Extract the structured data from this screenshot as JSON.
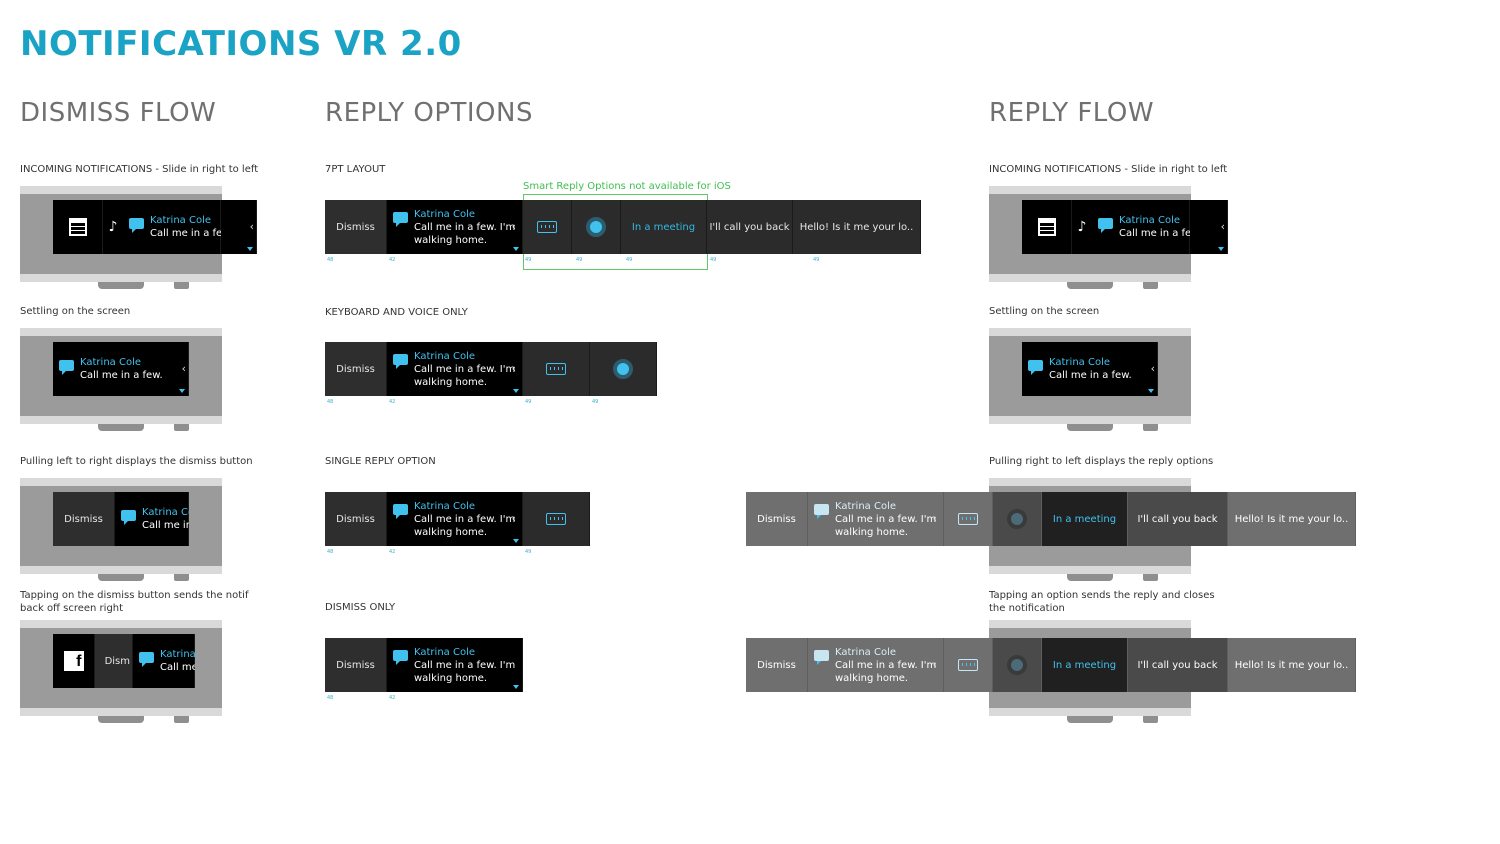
{
  "title": "NOTIFICATIONS VR 2.0",
  "sections": {
    "dismiss_flow": "DISMISS FLOW",
    "reply_options": "REPLY OPTIONS",
    "reply_flow": "REPLY FLOW"
  },
  "captions": {
    "incoming": "INCOMING NOTIFICATIONS - Slide in right to left",
    "settling": "Settling on the screen",
    "pulling_dismiss": "Pulling left to right displays the dismiss button",
    "tapping_dismiss_1": "Tapping on the dismiss button sends the notif",
    "tapping_dismiss_2": "back off screen right",
    "layout_7pt": "7PT LAYOUT",
    "smart_reply_note": "Smart Reply Options not available for iOS",
    "keyboard_voice": "KEYBOARD AND VOICE ONLY",
    "single_reply": "SINGLE REPLY OPTION",
    "dismiss_only": "DISMISS ONLY",
    "incoming_reply": "INCOMING NOTIFICATIONS - Slide in right to left",
    "settling_reply": "Settling on the screen",
    "pulling_reply": "Pulling right to left displays the reply options",
    "tapping_reply_1": "Tapping an option sends the reply and closes",
    "tapping_reply_2": "the notification"
  },
  "notification": {
    "sender": "Katrina Cole",
    "short_message": "Call me in a few.",
    "long_line_1": "Call me in a few. I'm",
    "long_line_2": "walking home.",
    "cut_sender": "Katrina Co",
    "cut_message": "Call me in",
    "cut_sender_2": "Katrina (",
    "cut_message_2": "Call me"
  },
  "labels": {
    "dismiss": "Dismiss",
    "dismiss_cut": "Dism",
    "reply_meeting": "In a meeting",
    "reply_call_back": "I'll call you back",
    "reply_hello": "Hello! Is it me your lo..",
    "ticks": [
      "48",
      "42",
      "49",
      "49",
      "49",
      "49",
      "49"
    ]
  },
  "colors": {
    "title": "#1aa3c4",
    "accent": "#41c1ee",
    "note_green": "#3fbf4f"
  },
  "icons": [
    "calendar-icon",
    "runner-icon",
    "chat-icon",
    "keyboard-icon",
    "microphone-icon",
    "facebook-icon",
    "chevron-left-icon"
  ]
}
